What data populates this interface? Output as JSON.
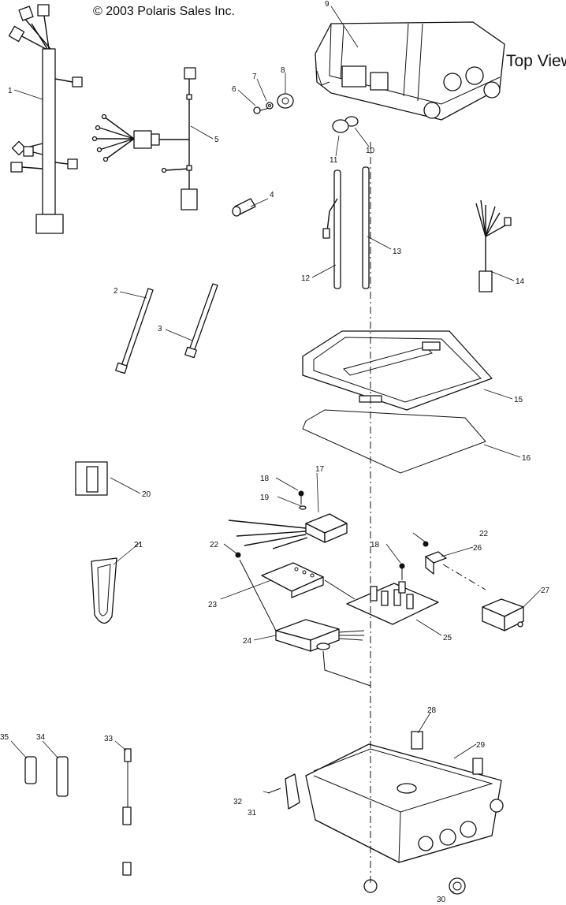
{
  "diagram": {
    "copyright": "© 2003 Polaris Sales Inc.",
    "view_label": "Top View",
    "callouts": [
      "1",
      "2",
      "3",
      "4",
      "5",
      "6",
      "7",
      "8",
      "9",
      "10",
      "11",
      "12",
      "13",
      "14",
      "15",
      "16",
      "17",
      "18",
      "19",
      "20",
      "21",
      "22",
      "22",
      "23",
      "24",
      "25",
      "26",
      "27",
      "28",
      "29",
      "30",
      "31",
      "32",
      "33",
      "34",
      "35",
      "18"
    ]
  }
}
